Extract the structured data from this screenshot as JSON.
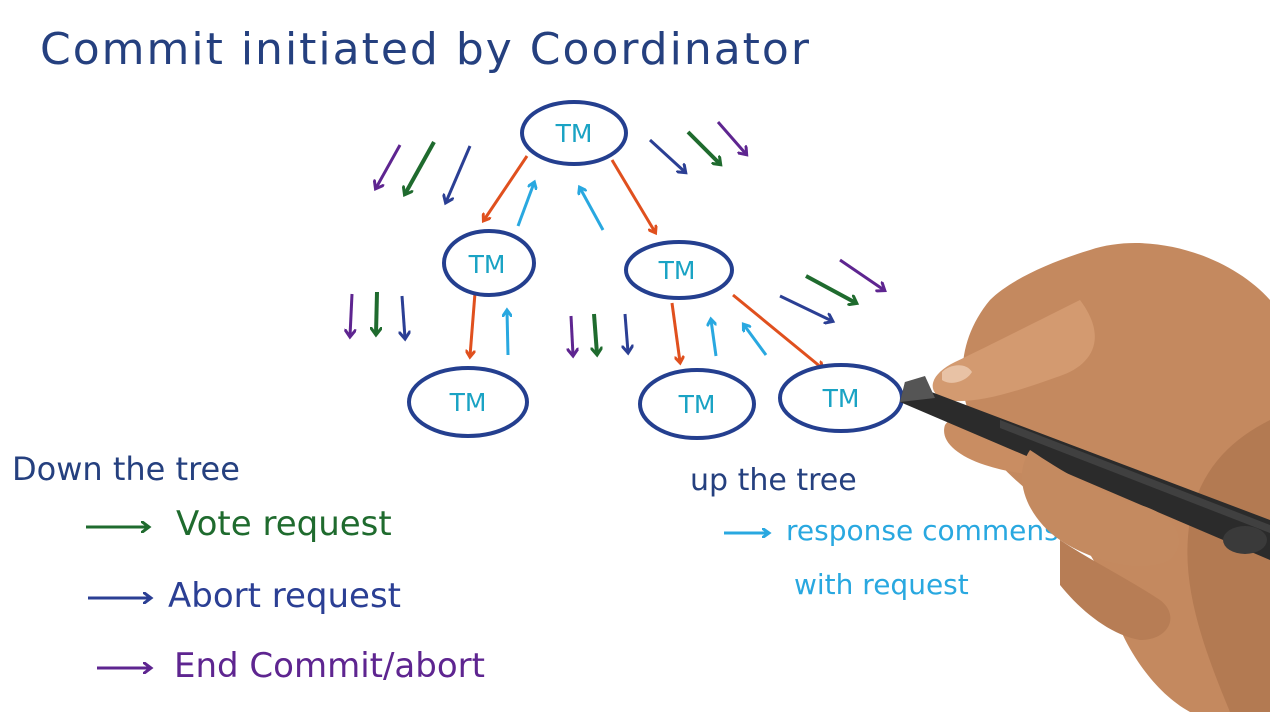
{
  "title": "Commit initiated by Coordinator",
  "node_label": "TM",
  "nodes": [
    {
      "id": "root",
      "label": "TM"
    },
    {
      "id": "mid-left",
      "label": "TM"
    },
    {
      "id": "mid-right",
      "label": "TM"
    },
    {
      "id": "leaf-left",
      "label": "TM"
    },
    {
      "id": "leaf-middle",
      "label": "TM"
    },
    {
      "id": "leaf-right",
      "label": "TM"
    }
  ],
  "legend": {
    "down_heading": "Down the tree",
    "vote_request": "Vote request",
    "abort_request": "Abort request",
    "end_commit_abort": "End Commit/abort",
    "up_heading": "up the tree",
    "response_line1": "response commensurate",
    "response_line2": "with request"
  },
  "colors": {
    "node_outline": "#243f8f",
    "node_label": "#1aa3c4",
    "tree_edge_down": "#e0501e",
    "tree_edge_up": "#29a8e0",
    "vote": "#1f6b2e",
    "abort": "#2b3f94",
    "end": "#5e2590",
    "heading_text": "#25407f"
  },
  "hand": {
    "icon": "hand-holding-marker-icon"
  }
}
